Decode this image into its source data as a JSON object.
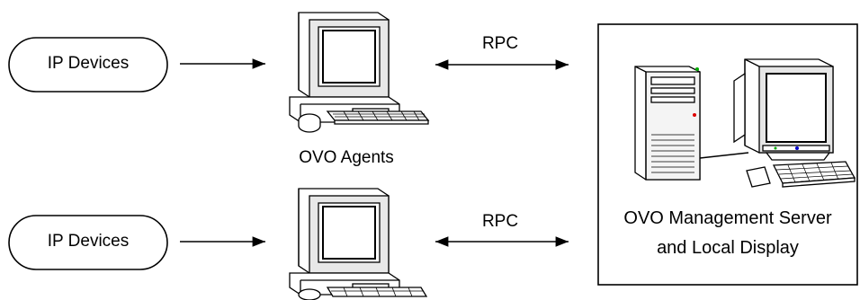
{
  "nodes": {
    "ip_devices_top": {
      "label": "IP Devices"
    },
    "ip_devices_bottom": {
      "label": "IP Devices"
    },
    "agents_top": {
      "label": "OVO Agents"
    },
    "server": {
      "label_line1": "OVO Management Server",
      "label_line2": "and Local Display"
    }
  },
  "edges": {
    "rpc_top": {
      "label": "RPC"
    },
    "rpc_bottom": {
      "label": "RPC"
    }
  }
}
